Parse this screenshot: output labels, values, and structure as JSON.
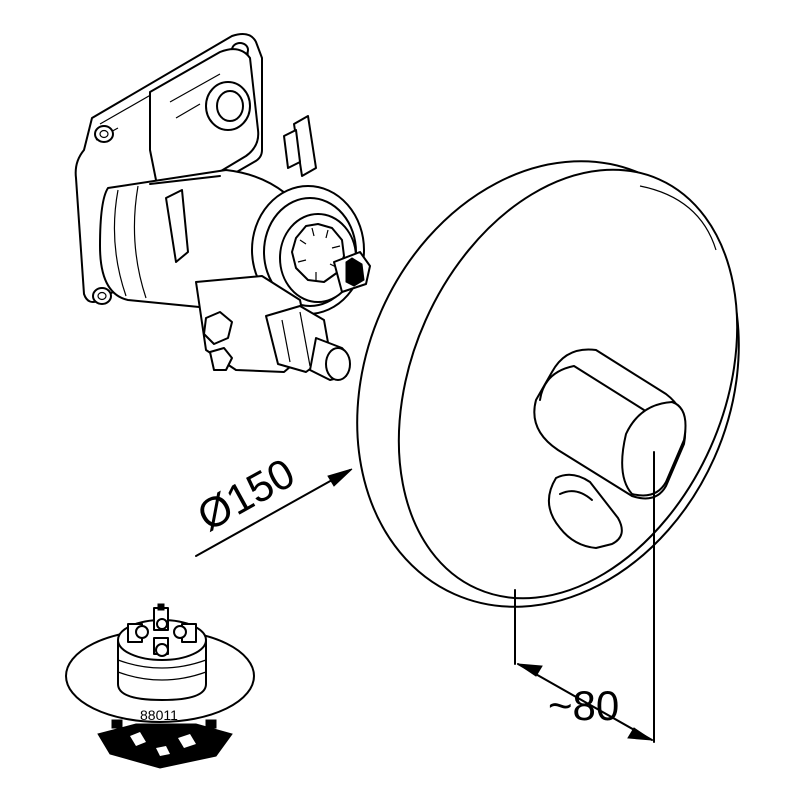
{
  "dimensions": {
    "diameter_label": "Ø150",
    "projection_label": "~80"
  },
  "part": {
    "number_label": "88011"
  }
}
